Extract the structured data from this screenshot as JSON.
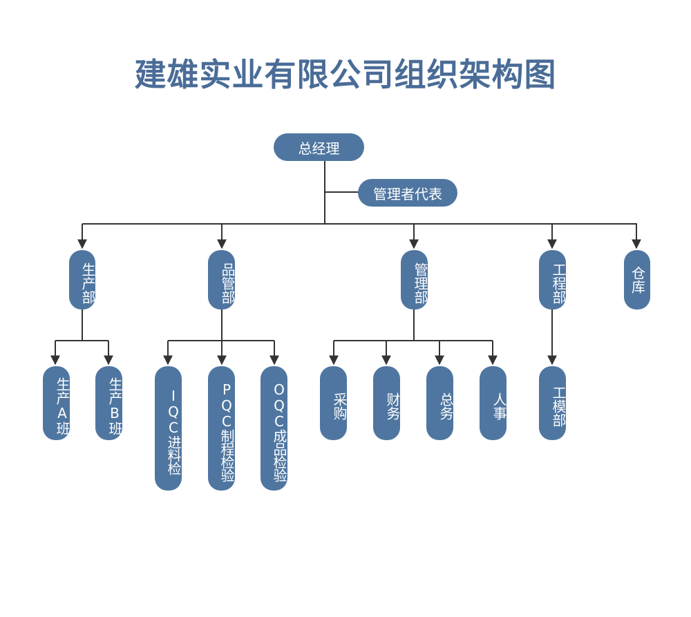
{
  "title": "建雄实业有限公司组织架构图",
  "root": "总经理",
  "management_representative": "管理者代表",
  "departments": {
    "production": "生产部",
    "quality": "品管部",
    "administration": "管理部",
    "engineering": "工程部",
    "warehouse": "仓库"
  },
  "production_units": [
    "生产A班",
    "生产B班"
  ],
  "quality_units": [
    "IQC进料检",
    "PQC制程检验",
    "OQC成品检验"
  ],
  "administration_units": [
    "采购",
    "财务",
    "总务",
    "人事"
  ],
  "engineering_units": [
    "工模部"
  ],
  "colors": {
    "node": "#4f76a0",
    "title": "#4a6c97",
    "line": "#333333"
  }
}
